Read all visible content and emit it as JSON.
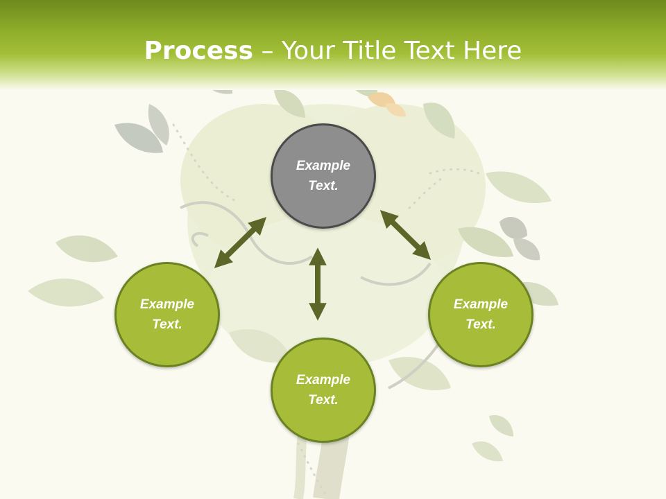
{
  "header": {
    "title_bold": "Process",
    "title_rest": " – Your Title Text Here"
  },
  "nodes": {
    "top": "Example Text.",
    "left": "Example Text.",
    "right": "Example Text.",
    "bottom": "Example Text."
  },
  "colors": {
    "header_green": "#8fae2a",
    "node_green": "#a7bd3a",
    "node_gray": "#8e8e8e",
    "arrow": "#5c6628"
  }
}
